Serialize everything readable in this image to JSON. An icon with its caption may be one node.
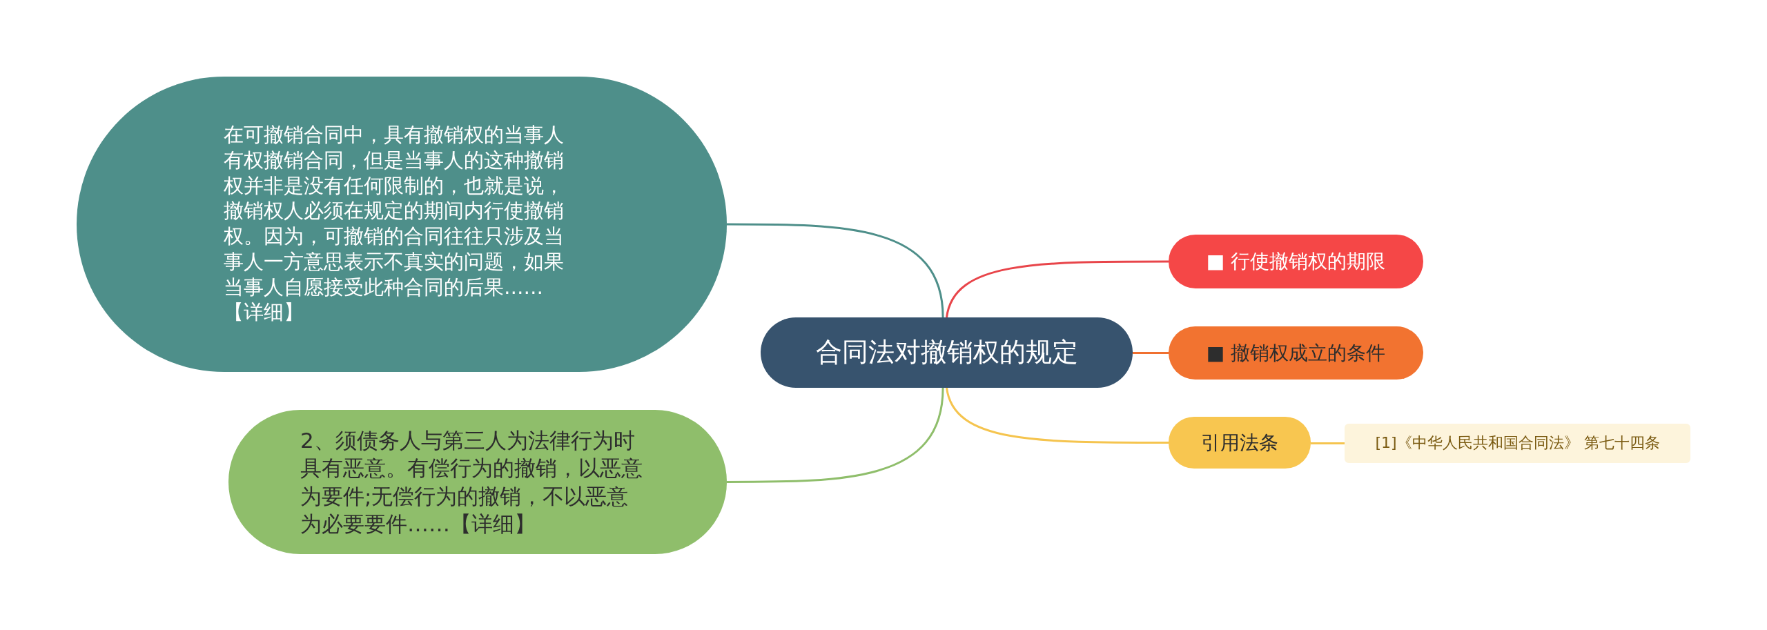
{
  "diagram": {
    "nodes": [
      {
        "text": [
          "合同法对撤销权的规定"
        ]
      },
      {
        "text": [
          "在可撤销合同中，具有撤销权的当事人有权撤销合同，但是当事人的这种撤销权并非是没有任何限制的，也就是说，撤销权人必须在规定的期间内行使撤销权。因为，可撤销的合同往往只涉及当事人一方意思表示不真实的问题，如果当事人自愿接受此种合同的后果……【详细】"
        ]
      },
      {
        "text": [
          "2、须债务人与第三人为法律行为时具有恶意。有偿行为的撤销，以恶意为要件;无偿行为的撤销，不以恶意为必要要件……【详细】"
        ]
      },
      {
        "text": [
          "■ 行使撤销权的期限"
        ]
      },
      {
        "text": [
          "■ 撤销权成立的条件"
        ]
      },
      {
        "text": [
          "引用法条"
        ]
      },
      {
        "text": [
          "[1]《中华人民共和国合同法》 第七十四条"
        ]
      }
    ],
    "edges": [
      {
        "from": 0,
        "to": 1,
        "arrow": "none",
        "color": "#4e8f8a"
      },
      {
        "from": 0,
        "to": 2,
        "arrow": "none",
        "color": "#8fbe6b"
      },
      {
        "from": 0,
        "to": 3,
        "arrow": "none",
        "color": "#e8454a"
      },
      {
        "from": 0,
        "to": 4,
        "arrow": "none",
        "color": "#f07030"
      },
      {
        "from": 0,
        "to": 5,
        "arrow": "none",
        "color": "#f5c44e"
      },
      {
        "from": 5,
        "to": 6,
        "arrow": "none",
        "color": "#f5c44e"
      }
    ]
  }
}
